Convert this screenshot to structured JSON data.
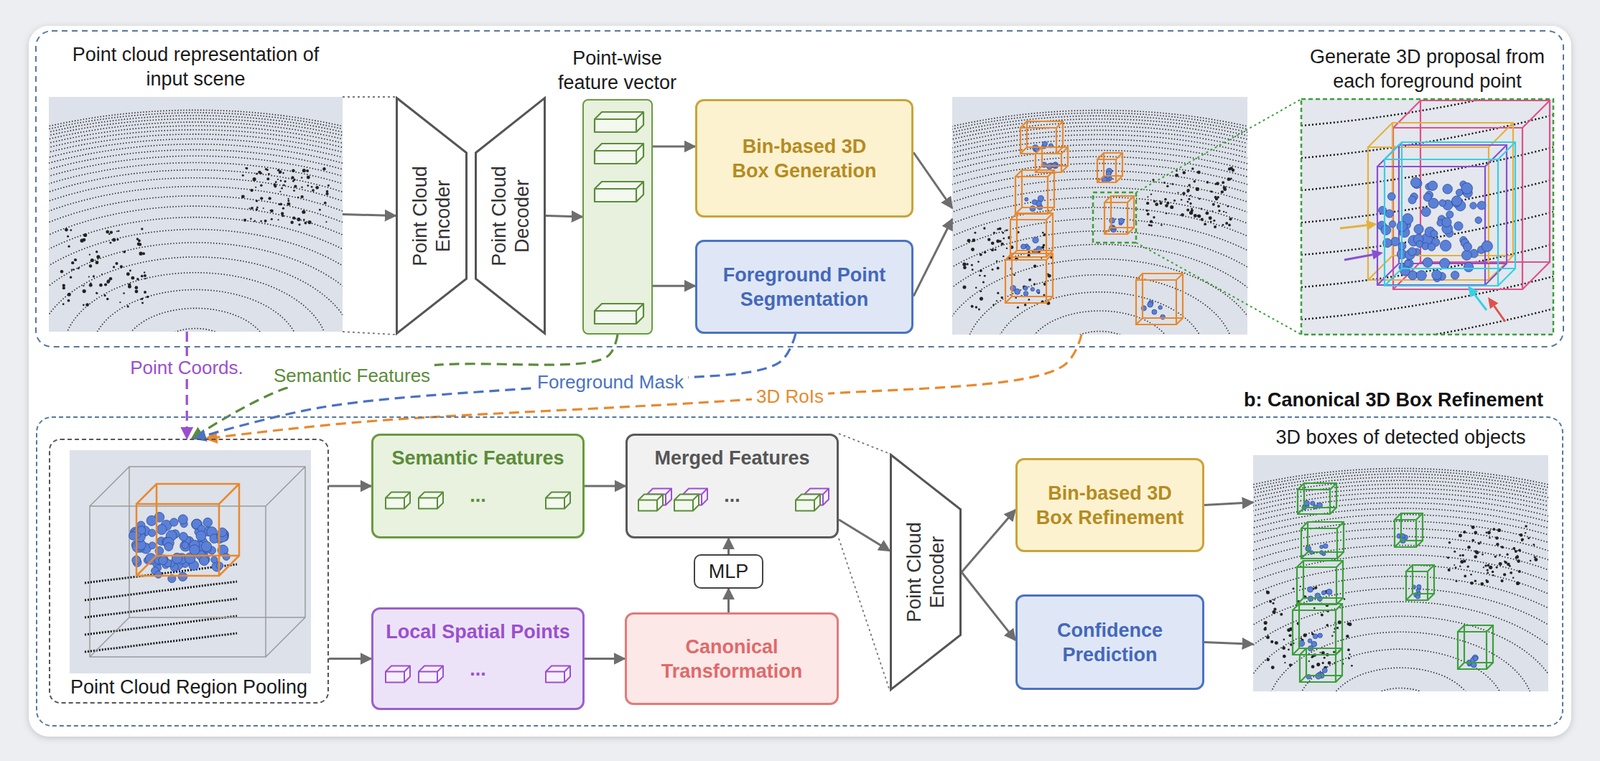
{
  "diagram": {
    "nodes": [
      {
        "text": [
          "Point cloud representation of input scene"
        ]
      },
      {
        "text": [
          "Point Cloud Encoder"
        ]
      },
      {
        "text": [
          "Point Cloud Decoder"
        ]
      },
      {
        "text": [
          "Point-wise feature vector"
        ]
      },
      {
        "text": [
          "Bin-based 3D Box Generation"
        ]
      },
      {
        "text": [
          "Foreground Point Segmentation"
        ]
      },
      {
        "text": [
          "Generate 3D proposal from each foreground point"
        ]
      },
      {
        "text": [
          "b: Canonical 3D Box Refinement"
        ]
      },
      {
        "text": [
          "Point Cloud Region Pooling"
        ],
        "in": 7
      },
      {
        "text": [
          "Semantic Features",
          "..."
        ],
        "in": 7
      },
      {
        "text": [
          "Merged Features",
          "..."
        ],
        "in": 7
      },
      {
        "text": [
          "MLP"
        ],
        "in": 7
      },
      {
        "text": [
          "Local Spatial Points",
          "..."
        ],
        "in": 7
      },
      {
        "text": [
          "Canonical Transformation"
        ],
        "in": 7
      },
      {
        "text": [
          "Point Cloud Encoder"
        ],
        "in": 7
      },
      {
        "text": [
          "Bin-based 3D Box Refinement"
        ],
        "in": 7
      },
      {
        "text": [
          "Confidence Prediction"
        ],
        "in": 7
      },
      {
        "text": [
          "3D boxes of detected objects"
        ],
        "in": 7
      }
    ],
    "edges": [
      {
        "from": 0,
        "to": 1,
        "arrow": "to"
      },
      {
        "from": 2,
        "to": 3,
        "arrow": "to"
      },
      {
        "from": 3,
        "to": 4,
        "arrow": "to"
      },
      {
        "from": 3,
        "to": 5,
        "arrow": "to"
      },
      {
        "from": 0,
        "to": 8,
        "label": "Point Coords.",
        "arrow": "to"
      },
      {
        "from": 3,
        "to": 8,
        "label": "Semantic Features",
        "arrow": "to"
      },
      {
        "from": 5,
        "to": 8,
        "label": "Foreground Mask",
        "arrow": "to"
      },
      {
        "from": 8,
        "to": 9,
        "arrow": "to"
      },
      {
        "from": 8,
        "to": 12,
        "arrow": "to"
      },
      {
        "from": 9,
        "to": 10,
        "arrow": "to"
      },
      {
        "from": 12,
        "to": 13,
        "arrow": "to"
      },
      {
        "from": 13,
        "to": 11,
        "arrow": "to"
      },
      {
        "from": 11,
        "to": 10,
        "arrow": "to"
      },
      {
        "from": 10,
        "to": 14,
        "arrow": "to"
      },
      {
        "from": 14,
        "to": 15,
        "arrow": "to"
      },
      {
        "from": 14,
        "to": 16,
        "arrow": "to"
      },
      {
        "from": 15,
        "to": 17,
        "arrow": "to"
      },
      {
        "from": 16,
        "to": 17,
        "arrow": "to"
      }
    ],
    "labels": [
      "3D RoIs"
    ]
  }
}
